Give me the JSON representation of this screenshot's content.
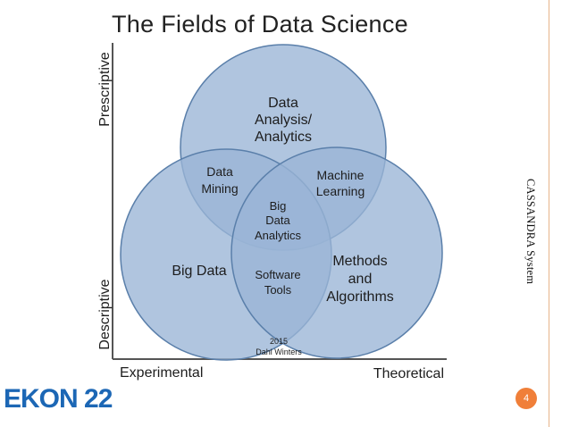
{
  "figure": {
    "title": "The Fields of Data Science",
    "y_axis": {
      "top_label": "Prescriptive",
      "bottom_label": "Descriptive"
    },
    "x_axis": {
      "left_label": "Experimental",
      "right_label": "Theoretical"
    },
    "regions": {
      "top_circle": [
        "Data",
        "Analysis/",
        "Analytics"
      ],
      "left_circle": "Big Data",
      "right_circle": [
        "Methods",
        "and",
        "Algorithms"
      ],
      "top_left_overlap": [
        "Data",
        "Mining"
      ],
      "top_right_overlap": [
        "Machine",
        "Learning"
      ],
      "center": [
        "Big",
        "Data",
        "Analytics"
      ],
      "bottom_overlap": [
        "Software",
        "Tools"
      ]
    },
    "credit": [
      "2015",
      "Dahl Winters"
    ],
    "circle_fill": "#9ab5d6",
    "circle_stroke": "#5a7faa"
  },
  "slide": {
    "side_label": "CASSANDRA System",
    "page_number": "4",
    "logo": "EKON 22",
    "accent": "#f07f39",
    "logo_color": "#1c67b5"
  }
}
